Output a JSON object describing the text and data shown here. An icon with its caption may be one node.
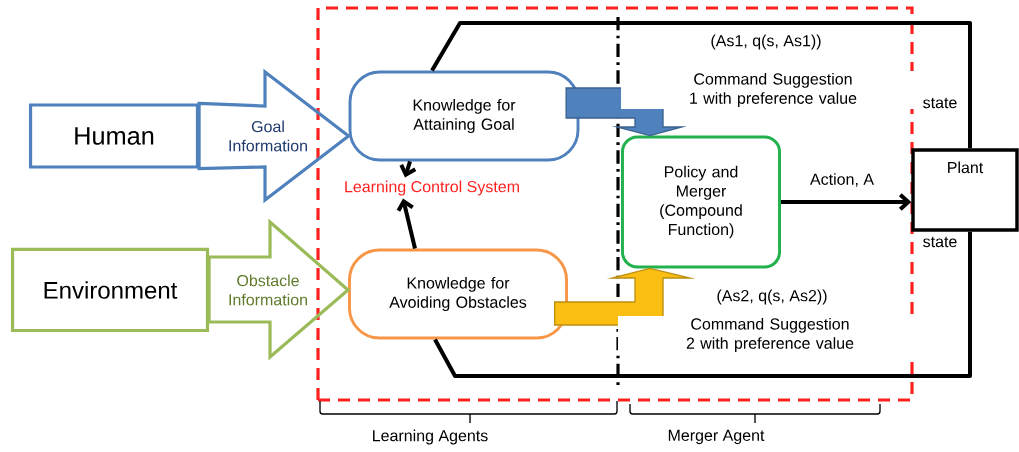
{
  "diagram": {
    "nodes": [
      {
        "text": [
          "Human"
        ]
      },
      {
        "text": [
          "Environment"
        ]
      },
      {
        "text": [],
        "shape": "box"
      },
      {
        "text": [
          "Learning Control System"
        ],
        "in": 2
      },
      {
        "text": [
          "Knowledge for Attaining Goal"
        ],
        "in": 2
      },
      {
        "text": [
          "Knowledge for Avoiding Obstacles"
        ],
        "in": 2
      },
      {
        "text": [
          "Policy and Merger (Compound Function)"
        ],
        "in": 2
      },
      {
        "text": [
          "Plant"
        ]
      }
    ],
    "edges": [
      {
        "from": 0,
        "to": 4,
        "arrow": "to",
        "label": "Goal Information",
        "style": "thick",
        "color": "#4f81bd"
      },
      {
        "from": 1,
        "to": 5,
        "arrow": "to",
        "label": "Obstacle Information",
        "style": "thick",
        "color": "#9bbb59"
      },
      {
        "from": 4,
        "to": 3,
        "arrow": "to"
      },
      {
        "from": 5,
        "to": 3,
        "arrow": "to"
      },
      {
        "from": 4,
        "to": 6,
        "arrow": "to",
        "label": "Command Suggestion 1 with preference value",
        "style": "thick",
        "color": "#4f81bd"
      },
      {
        "from": 5,
        "to": 6,
        "arrow": "to",
        "label": "Command Suggestion 2 with preference value",
        "style": "thick",
        "color": "#fbbf14"
      },
      {
        "from": 6,
        "to": 7,
        "arrow": "to",
        "label": "Action, A"
      },
      {
        "from": 7,
        "to": 4,
        "arrow": "none",
        "label": "state"
      },
      {
        "from": 7,
        "to": 5,
        "arrow": "none",
        "label": "state"
      }
    ],
    "labels": [
      "(As1, q(s, As1))",
      "(As2, q(s, As2))",
      "Learning Agents",
      "Merger Agent"
    ]
  }
}
